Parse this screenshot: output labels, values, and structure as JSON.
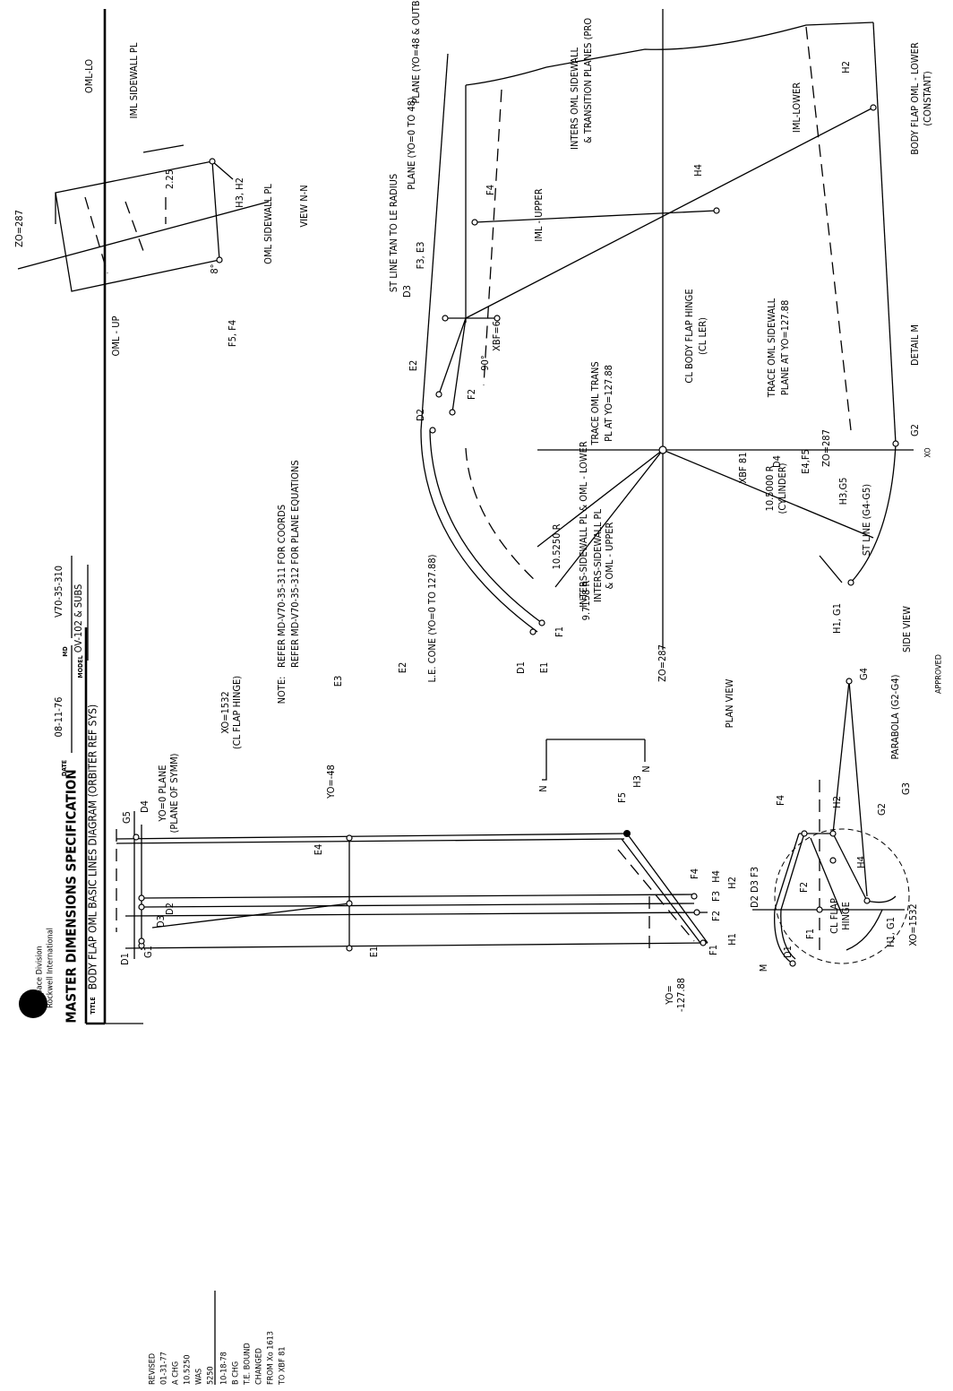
{
  "header": {
    "org_line1": "Space Division",
    "org_line2": "Rockwell International",
    "spec_title": "MASTER DIMENSIONS SPECIFICATION",
    "title_label": "TITLE",
    "title": "BODY FLAP OML BASIC LINES DIAGRAM (ORBITER REF SYS)",
    "date_label": "DATE",
    "date": "08-11-76",
    "md_label": "MD",
    "md_number": "V70-35-310",
    "model_label": "MODEL",
    "model": "OV-102 & SUBS"
  },
  "revisions": [
    [
      "REVISED",
      "01-31-77",
      "A CHG",
      "10.5250",
      "WAS",
      "5250"
    ],
    [
      "10-18-78",
      "B CHG",
      "T.E. BOUND",
      "CHANGED",
      "FROM Xo 1613",
      "TO XBF 81"
    ]
  ],
  "note": {
    "label": "NOTE:",
    "line1": "REFER MD-V70-35-311 FOR COORDS",
    "line2": "REFER MD-V70-35-312 FOR PLANE EQUATIONS"
  },
  "plan_view": {
    "title": "PLAN VIEW",
    "labels": {
      "d1": "D1",
      "g1": "G1",
      "d3": "D3",
      "d2": "D2",
      "g5": "G5",
      "d4": "D4",
      "y0_plane": "YO=0 PLANE",
      "plane_of_symm": "(PLANE OF SYMM)",
      "x0_1532": "XO=1532",
      "cl_flap_hinge": "(CL FLAP HINGE)",
      "e3": "E3",
      "e2": "E2",
      "e1": "E1",
      "e4": "E4",
      "y0_48": "YO=-48",
      "f5": "F5",
      "h3": "H3",
      "n1": "N",
      "n2": "N",
      "le_cone": "L.E. CONE (YO=0 TO 127.88)",
      "inters_lower": "INTERS-SIDEWALL PL & OML - LOWER",
      "inters_upper1": "INTERS-SIDEWALL PL",
      "inters_upper2": "& OML - UPPER",
      "y0_a": "YO=",
      "y0_b": "-127.88",
      "f1": "F1",
      "h1": "H1",
      "f2": "F2",
      "f3": "F3",
      "f4": "F4",
      "h4": "H4",
      "h2": "H2"
    }
  },
  "side_view": {
    "title": "SIDE VIEW",
    "approved": "APPROVED",
    "labels": {
      "m": "M",
      "d1": "D1",
      "f1": "F1",
      "cl_flap": "CL FLAP",
      "hinge": "HINGE",
      "h1g1": "H1, G1",
      "x0": "XO=1532",
      "g2": "G2",
      "d2d3f3": "D2 D3 F3",
      "f2": "F2",
      "h4": "H4",
      "f4": "F4",
      "h2": "H2",
      "g3": "G3",
      "parabola": "PARABOLA (G2-G4)",
      "g4": "G4",
      "st_line": "ST LINE (G4-G5)",
      "xbf81": "XBF 81",
      "d4": "D4",
      "e4f5": "E4,F5",
      "z0": "ZO=287",
      "h3g5": "H3,G5"
    }
  },
  "detail_m": {
    "title": "DETAIL M",
    "labels": {
      "st_line_tan": "ST LINE TAN TO LE RADIUS",
      "plane_0_48": "PLANE (YO=0 TO 48)",
      "plane_48": "PLANE (YO=48 & OUTB",
      "d3": "D3",
      "f3e3": "F3, E3",
      "f4": "F4",
      "iml_upper": "IML - UPPER",
      "inters1": "INTERS OML SIDEWALL",
      "inters2": "& TRANSITION PLANES (PRO",
      "h4": "H4",
      "iml_lower": "IML-LOWER",
      "h2": "H2",
      "bf_lower": "BODY FLAP OML - LOWER",
      "constant": "(CONSTANT)",
      "xbf6": "XBF=6",
      "deg90": "90°",
      "e2": "E2",
      "d2": "D2",
      "f2": "F2",
      "r10525": "10.5250 R",
      "r97158": "9.7158 R",
      "f1": "F1",
      "d1": "D1",
      "e1": "E1",
      "z0": "ZO=287",
      "trace_trans1": "TRACE OML TRANS",
      "trace_trans2": "PL AT YO=127.88",
      "hinge1": "CL BODY FLAP HINGE",
      "hinge2": "(CL LER)",
      "trace_side1": "TRACE OML SIDEWALL",
      "trace_side2": "PLANE AT YO=127.88",
      "g2": "G2",
      "x0": "XO",
      "r105": "10.5000 R",
      "cylinder": "(CYLINDER)",
      "h1g1": "H1, G1"
    }
  },
  "view_nn": {
    "title": "VIEW N-N",
    "labels": {
      "z0": "ZO=287",
      "oml_lo": "OML-LO",
      "iml_sidewall": "IML SIDEWALL PL",
      "dim": "2.25",
      "angle": "8°",
      "h3h2": "H3, H2",
      "oml_sidewall": "OML SIDEWALL PL",
      "oml_up": "OML - UP",
      "f5f4": "F5, F4"
    }
  }
}
